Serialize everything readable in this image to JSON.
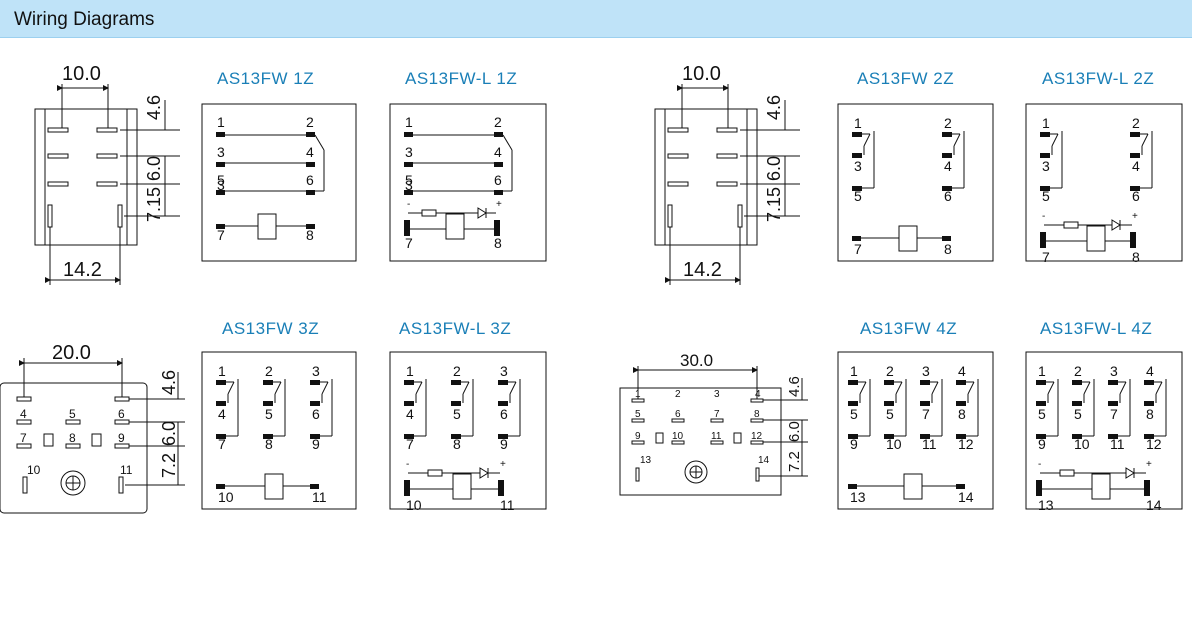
{
  "header": {
    "title": "Wiring Diagrams"
  },
  "outline": {
    "dim_10": "10.0",
    "dim_14": "14.2",
    "dim_46": "4.6",
    "dim_60": "6.0",
    "dim_715": "7.15",
    "dim_20": "20.0",
    "dim_72": "7.2",
    "dim_30": "30.0"
  },
  "models": {
    "m1": "AS13FW 1Z",
    "m1l": "AS13FW-L 1Z",
    "m2": "AS13FW 2Z",
    "m2l": "AS13FW-L 2Z",
    "m3": "AS13FW 3Z",
    "m3l": "AS13FW-L 3Z",
    "m4": "AS13FW 4Z",
    "m4l": "AS13FW-L 4Z"
  },
  "pins": {
    "p1": "1",
    "p2": "2",
    "p3": "3",
    "p4": "4",
    "p5": "5",
    "p6": "6",
    "p7": "7",
    "p8": "8",
    "p9": "9",
    "p10": "10",
    "p11": "11",
    "p12": "12",
    "p13": "13",
    "p14": "14",
    "minus": "-",
    "plus": "+"
  }
}
